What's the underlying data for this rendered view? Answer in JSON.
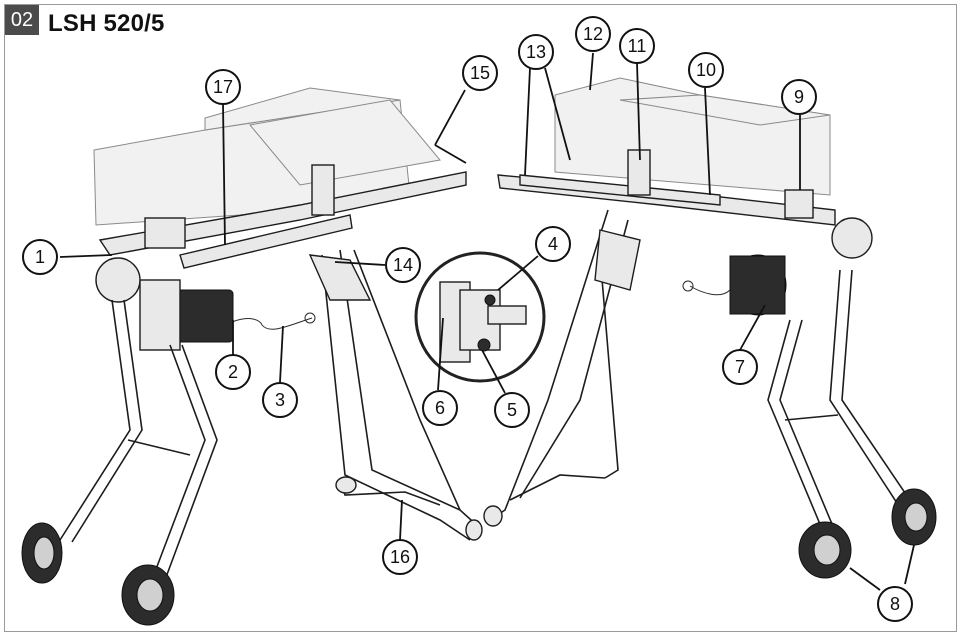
{
  "figure": {
    "badge": "02",
    "title": "LSH 520/5"
  },
  "callouts": [
    "1",
    "2",
    "3",
    "4",
    "5",
    "6",
    "7",
    "8",
    "9",
    "10",
    "11",
    "12",
    "13",
    "14",
    "15",
    "16",
    "17"
  ],
  "colors": {
    "badge_bg": "#4b4b4b",
    "line": "#1d1d1d",
    "box_fill": "#f1f1f1"
  }
}
